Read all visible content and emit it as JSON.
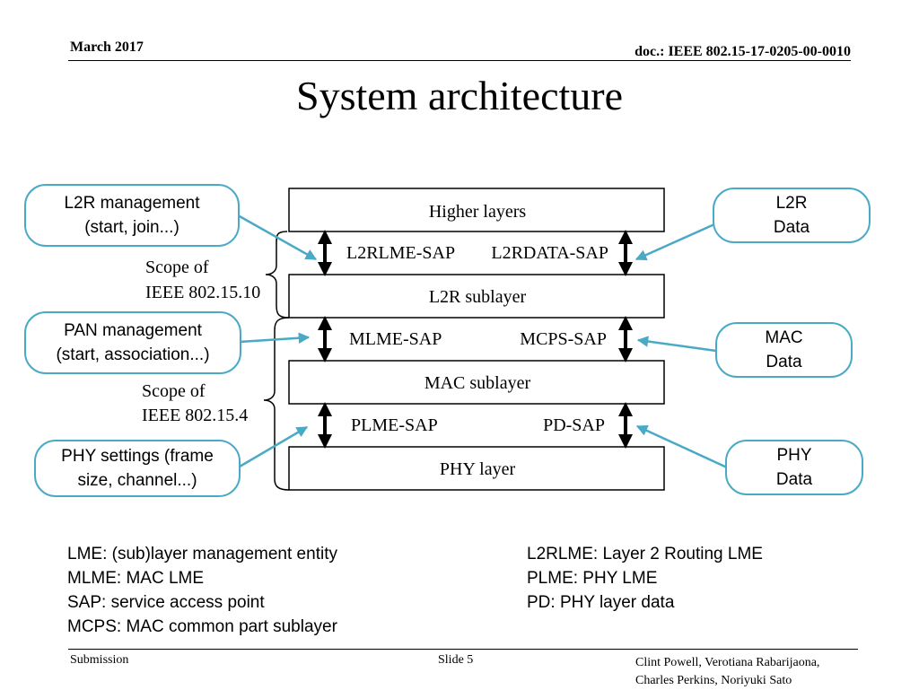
{
  "header": {
    "date": "March 2017",
    "doc": "doc.: IEEE 802.15-17-0205-00-0010"
  },
  "title": "System architecture",
  "diagram": {
    "layers": {
      "higher": "Higher layers",
      "l2r": "L2R sublayer",
      "mac": "MAC sublayer",
      "phy": "PHY layer"
    },
    "saps": {
      "l2rlme": "L2RLME-SAP",
      "l2rdata": "L2RDATA-SAP",
      "mlme": "MLME-SAP",
      "mcps": "MCPS-SAP",
      "plme": "PLME-SAP",
      "pd": "PD-SAP"
    },
    "scope_10": [
      "Scope of",
      "IEEE 802.15.10"
    ],
    "scope_4": [
      "Scope of",
      "IEEE 802.15.4"
    ],
    "accent_color": "#4aaac6"
  },
  "callouts": {
    "l2r_management": [
      "L2R management",
      "(start, join...)"
    ],
    "pan_management": [
      "PAN management",
      "(start, association...)"
    ],
    "phy_settings": [
      "PHY settings (frame",
      "size, channel...)"
    ],
    "l2r_data": [
      "L2R",
      "Data"
    ],
    "mac_data": [
      "MAC",
      "Data"
    ],
    "phy_data": [
      "PHY",
      "Data"
    ]
  },
  "legend": {
    "left": [
      "LME: (sub)layer management entity",
      "MLME: MAC LME",
      "SAP: service access point",
      "MCPS: MAC common part sublayer"
    ],
    "right": [
      "L2RLME: Layer 2 Routing  LME",
      "PLME: PHY LME",
      "PD: PHY layer data"
    ]
  },
  "footer": {
    "left": "Submission",
    "center": "Slide 5",
    "right": [
      "Clint Powell, Verotiana Rabarijaona,",
      "Charles Perkins, Noriyuki Sato"
    ]
  }
}
